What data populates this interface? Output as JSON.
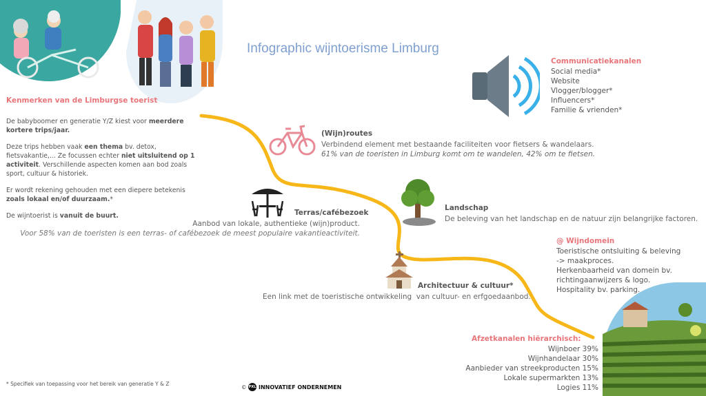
{
  "title": "Infographic wijntoerisme Limburg",
  "colors": {
    "accent_pink": "#e8757a",
    "curve": "#f7b719",
    "title_blue": "#7f9fcf",
    "teal": "#3aa8a0"
  },
  "left_panel": {
    "heading": "Kenmerken van de Limburgse toerist",
    "p1_a": "De babyboomer en generatie Y/Z kiest voor ",
    "p1_b": "meerdere kortere trips/jaar.",
    "p2_a": "Deze trips hebben vaak ",
    "p2_b": "een thema",
    "p2_c": " bv. detox, fietsvakantie,... Ze focussen echter ",
    "p2_d": "niet uitsluitend op 1 activiteit",
    "p2_e": ". Verschillende aspecten komen aan bod zoals sport, cultuur & historiek.",
    "p3_a": "Er wordt rekening gehouden met een diepere betekenis ",
    "p3_b": "zoals lokaal en/of duurzaam.",
    "p3_c": "*",
    "p4_a": "De wijntoerist is ",
    "p4_b": "vanuit de buurt."
  },
  "communicatie": {
    "heading": "Communicatiekanalen",
    "items": [
      "Social media*",
      "Website",
      "Vlogger/blogger*",
      "Influencers*",
      "Familie & vrienden*"
    ]
  },
  "routes": {
    "heading": "(Wijn)routes",
    "line1": "Verbindend element met bestaande faciliteiten voor fietsers & wandelaars.",
    "line2": "61% van de toeristen in Limburg komt om te wandelen, 42% om te fietsen."
  },
  "terras": {
    "heading": "Terras/cafébezoek",
    "line1": "Aanbod van lokale, authentieke (wijn)product.",
    "line2": "Voor 58% van de toeristen is een terras- of cafébezoek de meest populaire vakantieactiviteit."
  },
  "landschap": {
    "heading": "Landschap",
    "line1": "De beleving van het landschap en de natuur zijn belangrijke factoren."
  },
  "wijndomein": {
    "heading": "@ Wijndomein",
    "lines": [
      "Toeristische ontsluiting & beleving",
      "-> maakproces.",
      "Herkenbaarheid van domein bv.",
      "richtingaanwijzers & logo.",
      "Hospitality bv. parking."
    ]
  },
  "architectuur": {
    "heading": "Architectuur & cultuur*",
    "line1": "Een link met de toeristische ontwikkeling  van cultuur- en erfgoedaanbod."
  },
  "afzet": {
    "heading": "Afzetkanalen hiërarchisch:",
    "items": [
      "Wijnboer 39%",
      "Wijnhandelaar 30%",
      "Aanbieder van streekproducten 15%",
      "Lokale supermarkten 13%",
      "Logies 11%"
    ]
  },
  "footnote": "* Specifiek van toepassing voor het bereik van generatie Y & Z",
  "logo": {
    "mark": "PXL",
    "text": "INNOVATIEF ONDERNEMEN",
    "copyright": "©"
  }
}
